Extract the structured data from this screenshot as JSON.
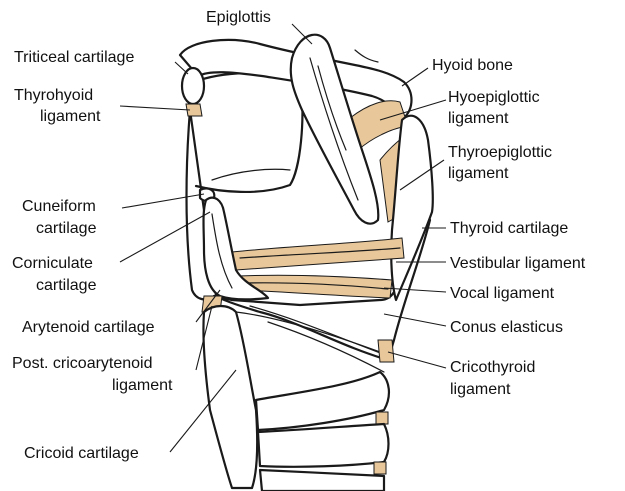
{
  "labels": {
    "epiglottis": "Epiglottis",
    "triticeal": "Triticeal cartilage",
    "thyrohyoid_1": "Thyrohyoid",
    "thyrohyoid_2": "ligament",
    "hyoid": "Hyoid bone",
    "hyoepiglottic_1": "Hyoepiglottic",
    "hyoepiglottic_2": "ligament",
    "thyroepiglottic_1": "Thyroepiglottic",
    "thyroepiglottic_2": "ligament",
    "cuneiform_1": "Cuneiform",
    "cuneiform_2": "cartilage",
    "thyroid_cart": "Thyroid cartilage",
    "corniculate_1": "Corniculate",
    "corniculate_2": "cartilage",
    "vestibular": "Vestibular ligament",
    "vocal": "Vocal ligament",
    "arytenoid": "Arytenoid cartilage",
    "conus": "Conus elasticus",
    "post_crico_1": "Post. cricoarytenoid",
    "post_crico_2": "ligament",
    "cricothyroid_1": "Cricothyroid",
    "cricothyroid_2": "ligament",
    "cricoid": "Cricoid cartilage"
  },
  "colors": {
    "ligament": "#e8c79a",
    "ligament_dark": "#d4a86e",
    "outline": "#1a1a1a",
    "background": "#ffffff"
  }
}
